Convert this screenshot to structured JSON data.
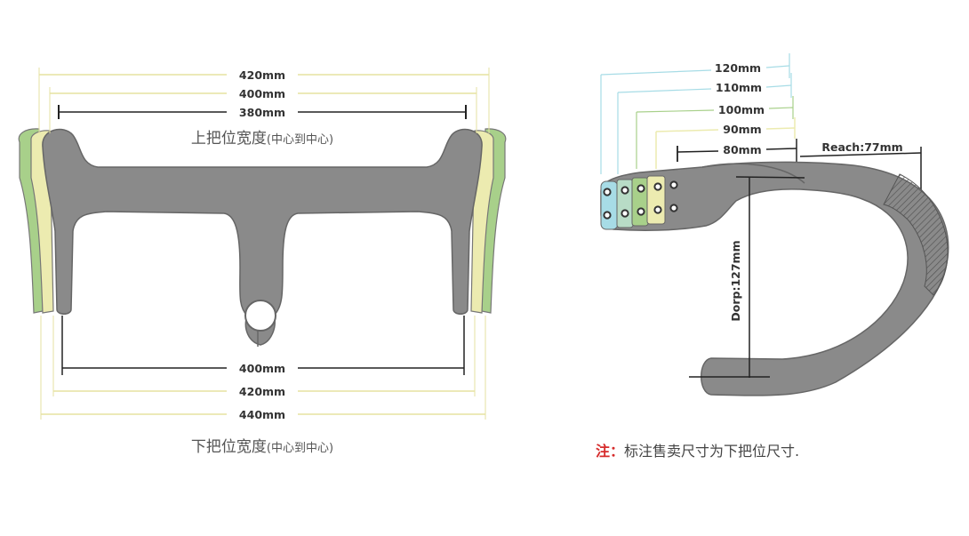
{
  "front": {
    "top_dims": [
      "420mm",
      "400mm",
      "380mm"
    ],
    "top_caption_main": "上把位宽度",
    "top_caption_sub": "(中心到中心)",
    "bottom_dims": [
      "400mm",
      "420mm",
      "440mm"
    ],
    "bottom_caption_main": "下把位宽度",
    "bottom_caption_sub": "(中心到中心)"
  },
  "side": {
    "stem_dims": [
      "120mm",
      "110mm",
      "100mm",
      "90mm",
      "80mm"
    ],
    "reach": "Reach:77mm",
    "drop": "Dorp:127mm"
  },
  "note": {
    "prefix": "注：",
    "text": "标注售卖尺寸为下把位尺寸."
  },
  "colors": {
    "body": "#8a8a8a",
    "green": "#a8d08a",
    "yellow": "#ecebb0",
    "cyan": "#a7dce6",
    "note_red": "#d62b2b"
  }
}
